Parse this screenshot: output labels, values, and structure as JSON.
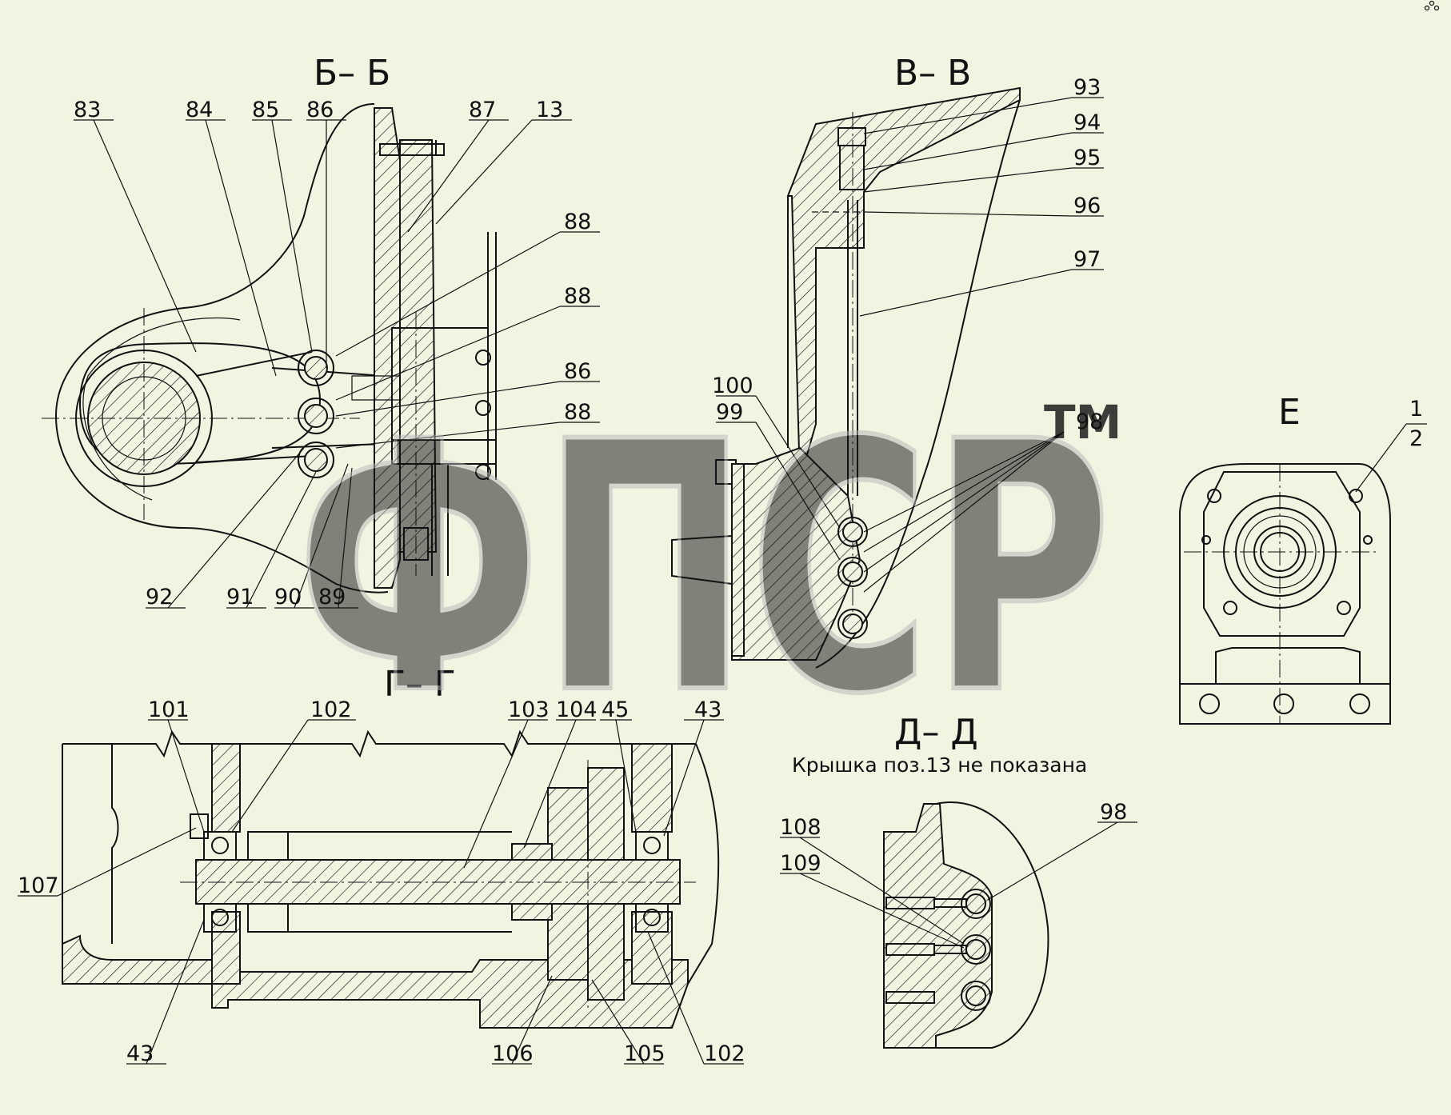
{
  "sections": {
    "bb": "Б– Б",
    "vv": "В– В",
    "gg": "Г– Г",
    "dd": "Д– Д",
    "e": "Е",
    "note": "Крышка поз.13 не показана"
  },
  "watermark": "ФПСР",
  "tm": "TM",
  "labels": {
    "n83": "83",
    "n84": "84",
    "n85": "85",
    "n86a": "86",
    "n87": "87",
    "n13": "13",
    "n88a": "88",
    "n88b": "88",
    "n86b": "86",
    "n88c": "88",
    "n92": "92",
    "n91": "91",
    "n90": "90",
    "n89": "89",
    "n93": "93",
    "n94": "94",
    "n95": "95",
    "n96": "96",
    "n97": "97",
    "n100": "100",
    "n99": "99",
    "n98a": "98",
    "n1": "1",
    "n2": "2",
    "n101": "101",
    "n102a": "102",
    "n103": "103",
    "n104": "104",
    "n45": "45",
    "n43a": "43",
    "n107": "107",
    "n43b": "43",
    "n106": "106",
    "n105": "105",
    "n102b": "102",
    "n108": "108",
    "n109": "109",
    "n98b": "98"
  }
}
